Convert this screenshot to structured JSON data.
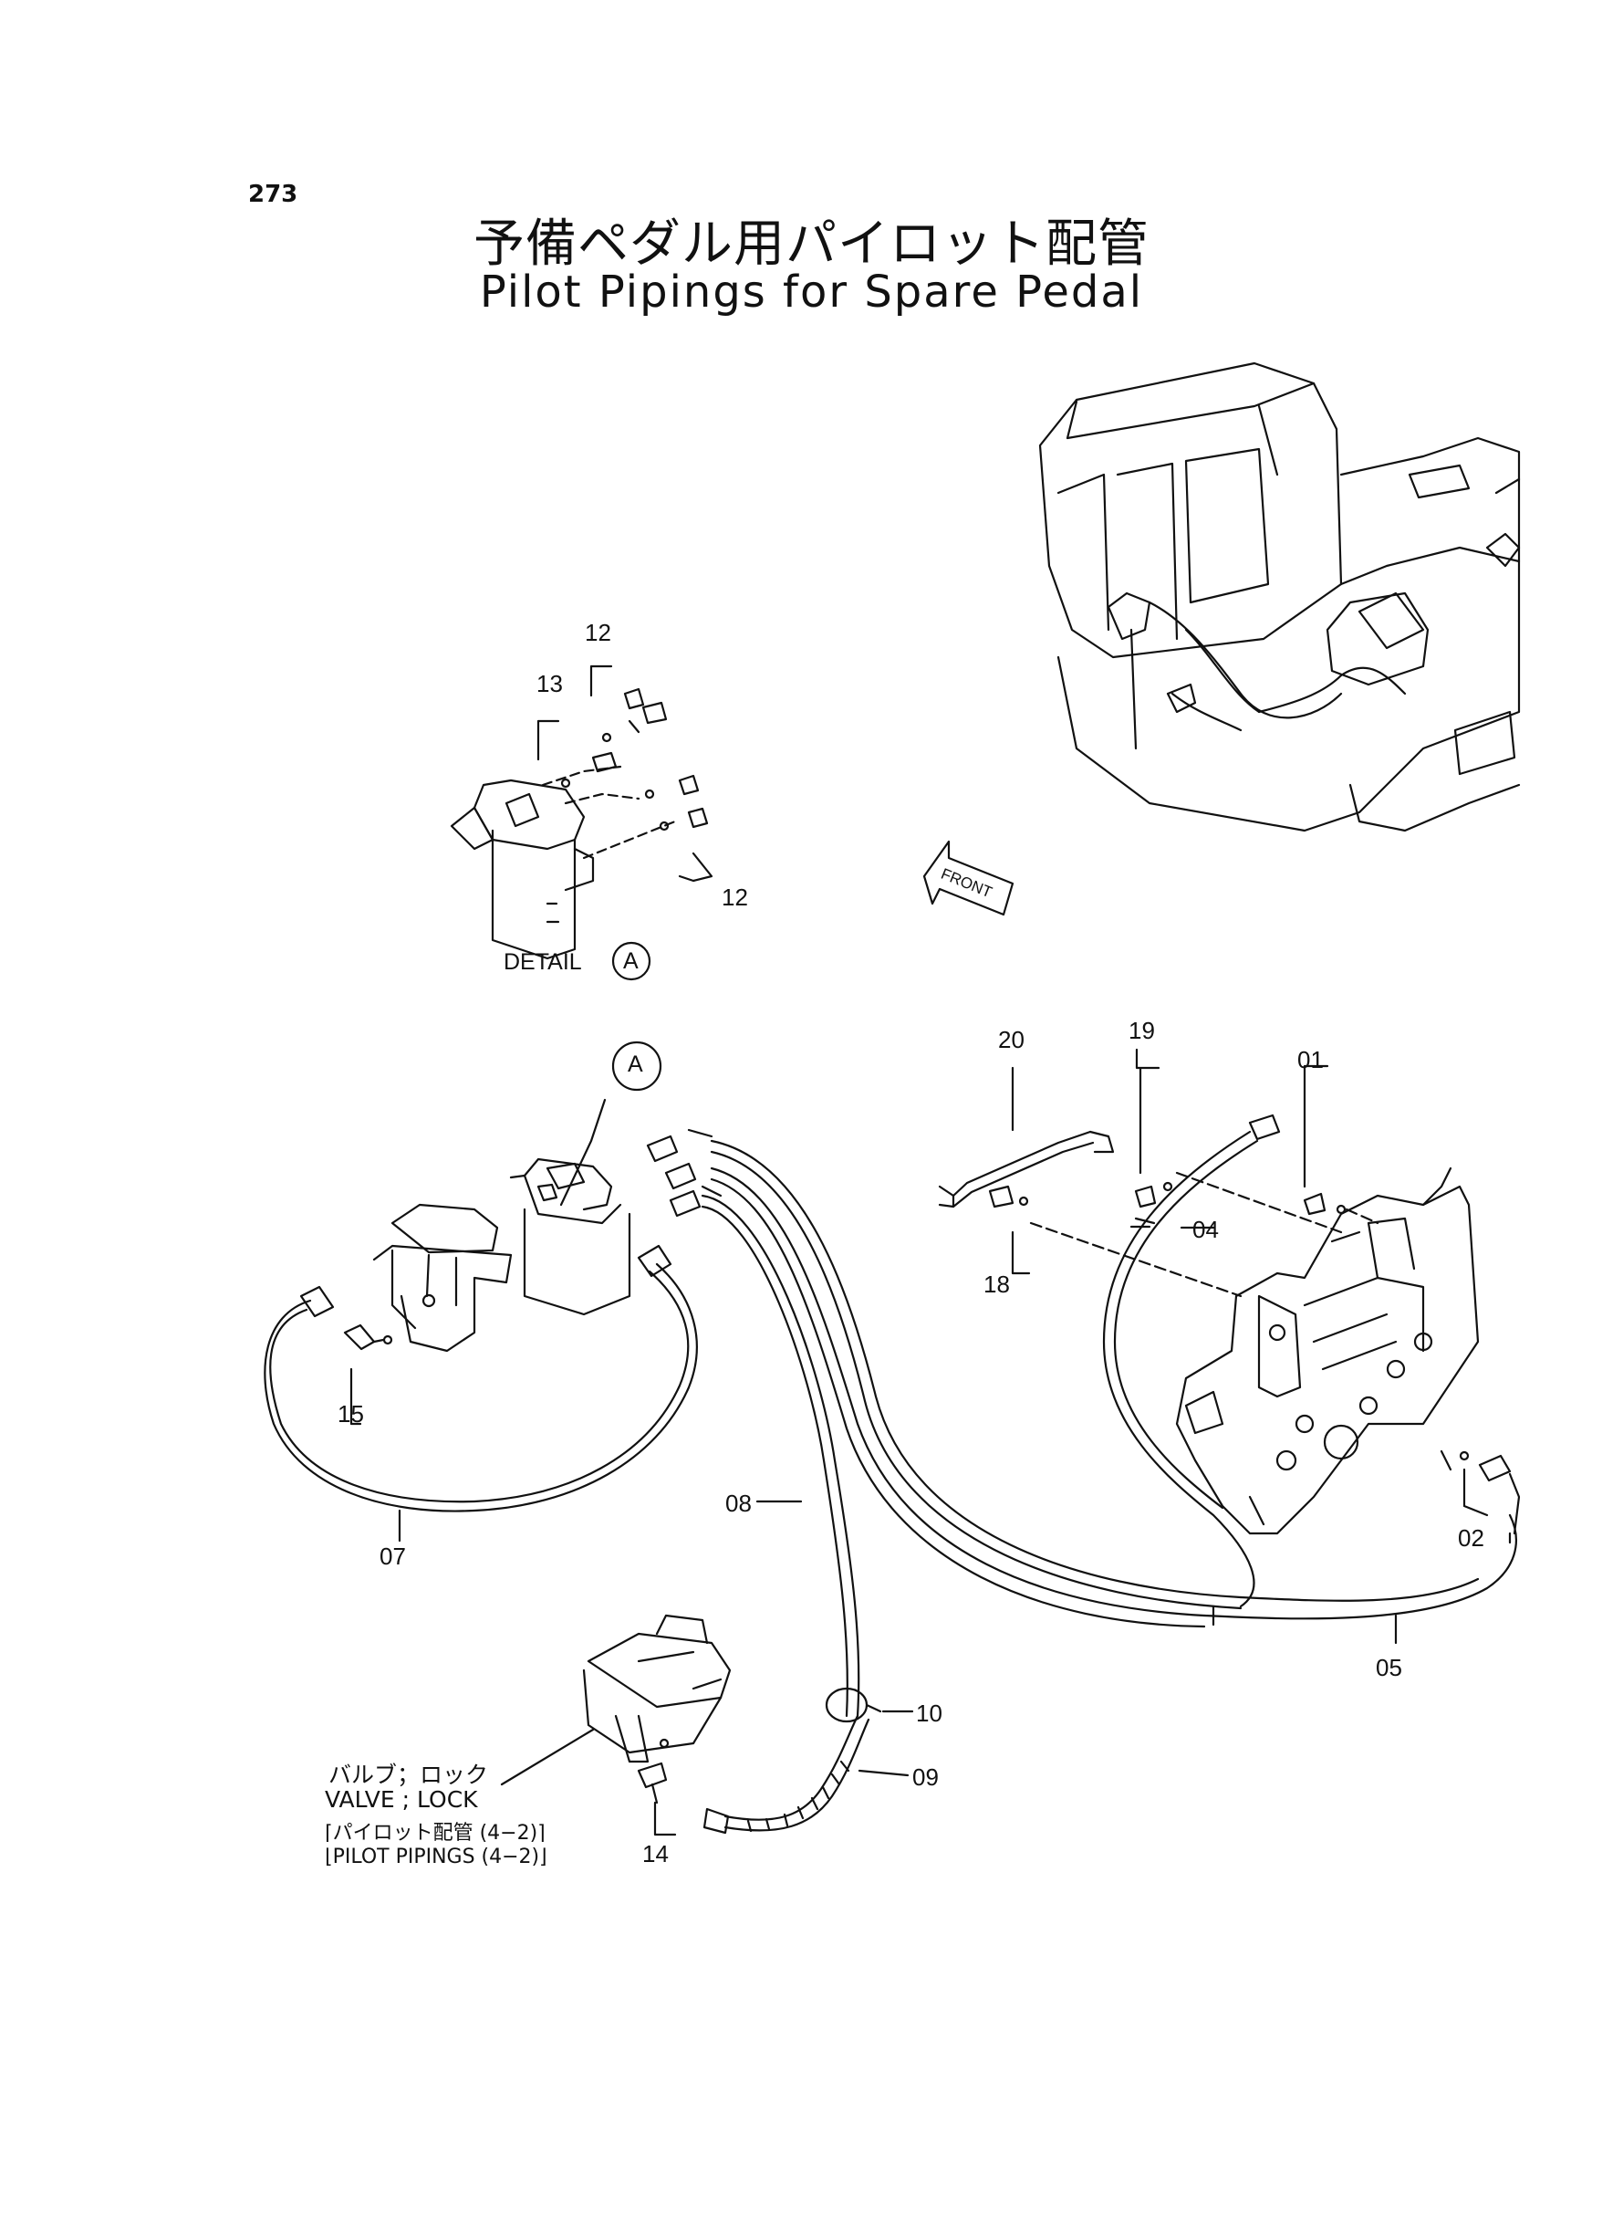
{
  "page": {
    "number": "273"
  },
  "title": {
    "japanese": "予備ペダル用パイロット配管",
    "english": "Pilot Pipings for Spare Pedal"
  },
  "detail": {
    "label": "DETAIL",
    "letter": "A"
  },
  "front_arrow": {
    "label": "FRONT"
  },
  "callout_letter": "A",
  "parts": [
    "01",
    "02",
    "04",
    "05",
    "07",
    "08",
    "09",
    "10",
    "12",
    "13",
    "14",
    "15",
    "18",
    "19",
    "20"
  ],
  "valve_lock": {
    "jp": "バルブ；ロック",
    "en": "VALVE ; LOCK",
    "ref_jp": "パイロット配管 (4−2)",
    "ref_en": "PILOT PIPINGS (4−2)"
  }
}
